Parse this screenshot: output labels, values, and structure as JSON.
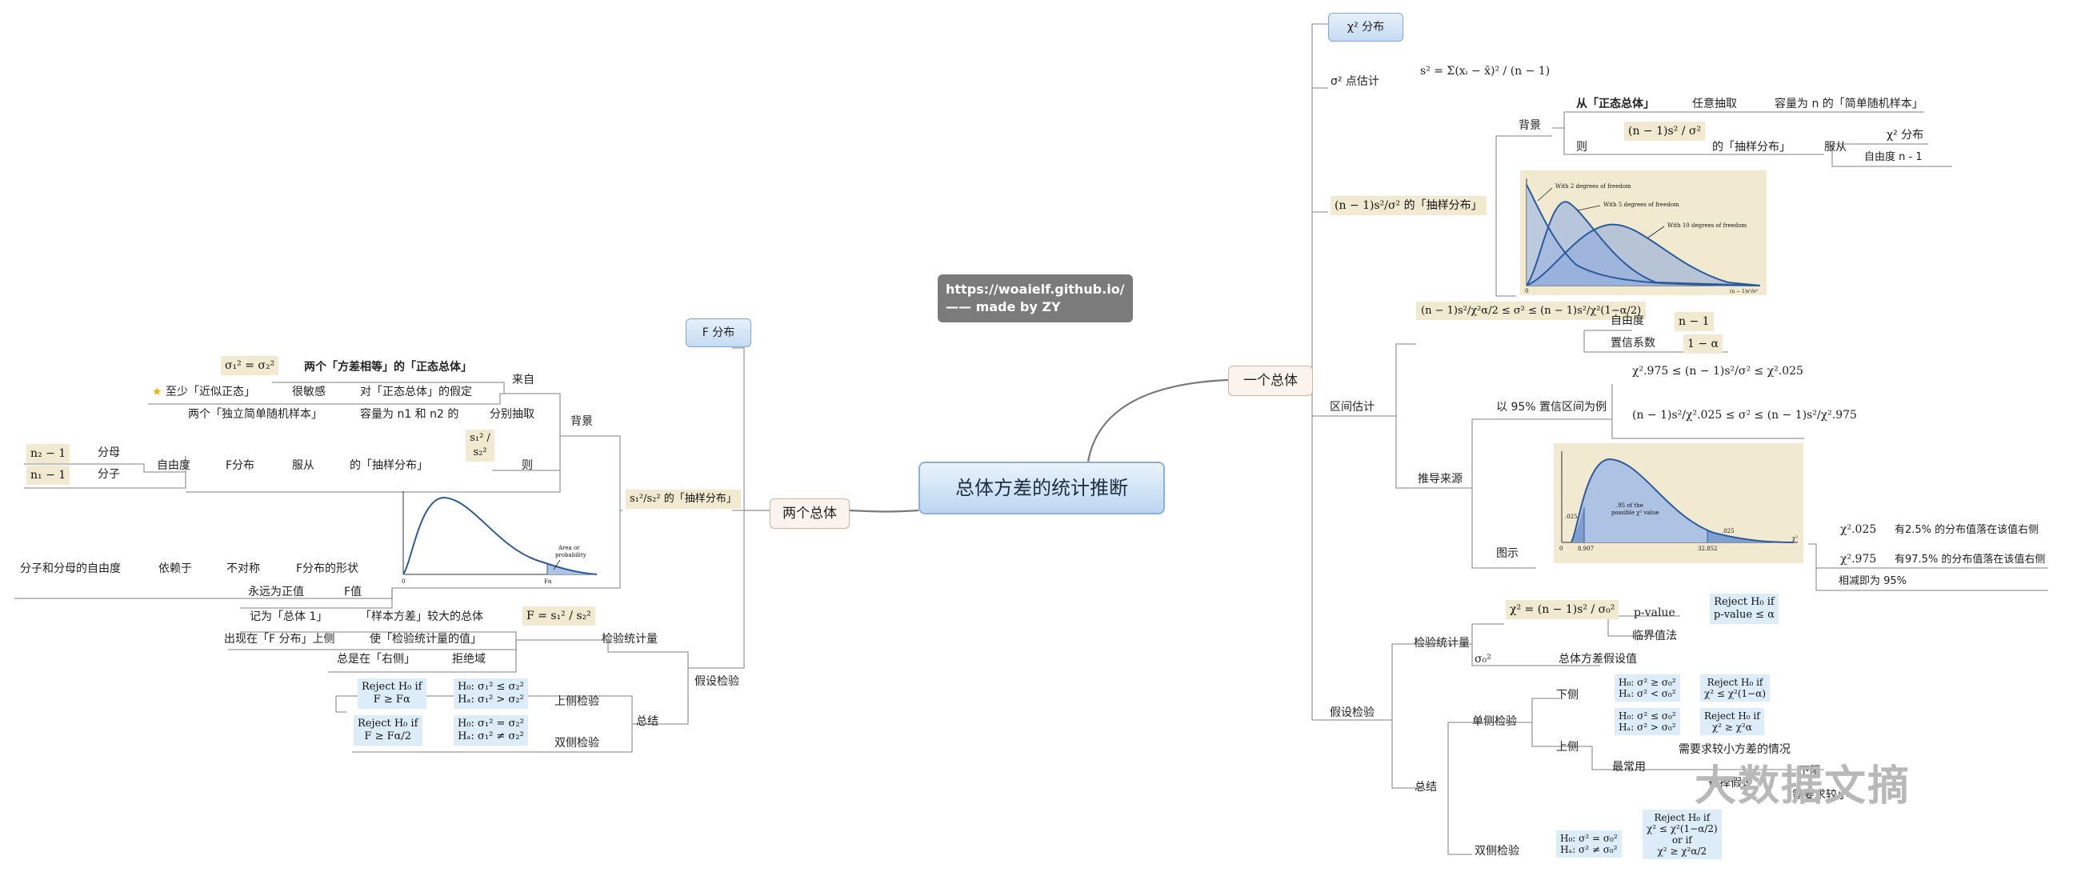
{
  "center": {
    "title": "总体方差的统计推断"
  },
  "note": {
    "line1": "https://woaielf.github.io/",
    "line2": "—— made by ZY"
  },
  "watermark": "大数据文摘",
  "right": {
    "branch": "一个总体",
    "chi_tag": "χ² 分布",
    "point_est": {
      "label": "σ² 点估计",
      "formula": "s² = Σ(xᵢ − x̄)² / (n − 1)"
    },
    "sampling": {
      "label": "(n − 1)s²/σ² 的「抽样分布」",
      "bg": "背景",
      "row1": [
        "从「正态总体」",
        "任意抽取",
        "容量为 n 的「简单随机样本」"
      ],
      "row2_then": "则",
      "row2_formula": "(n − 1)s² / σ²",
      "row2_dist": "的「抽样分布」",
      "row2_follow": "服从",
      "chi_dist": "χ² 分布",
      "dof": "自由度 n - 1",
      "chart_labels": [
        "With 2 degrees of freedom",
        "With 5 degrees of freedom",
        "With 10 degrees of freedom"
      ],
      "chart_x0": "0",
      "chart_xlabel": "(n − 1)s²/σ²"
    },
    "interval": {
      "label": "区间估计",
      "formula": "(n − 1)s²/χ²α/2 ≤ σ² ≤ (n − 1)s²/χ²(1−α/2)",
      "dof_label": "自由度",
      "dof_val": "n − 1",
      "conf_label": "置信系数",
      "conf_val": "1 − α",
      "derive": "推导来源",
      "example": "以 95% 置信区间为例",
      "ineq1": "χ².975 ≤ (n − 1)s²/σ² ≤ χ².025",
      "ineq2": "(n − 1)s²/χ².025 ≤ σ² ≤ (n − 1)s²/χ².975",
      "figure": "图示",
      "chart_labels": [
        ".025",
        ".95 of the",
        "possible χ² value",
        ".025",
        "0",
        "8.907",
        "32.852",
        "χ²"
      ],
      "chi025": "χ².025",
      "chi975": "χ².975",
      "right1": "有2.5% 的分布值落在该值右侧",
      "right2": "有97.5% 的分布值落在该值右侧",
      "diff": "相减即为 95%"
    },
    "test": {
      "label": "假设检验",
      "stat_label": "检验统计量",
      "stat_formula": "χ² = (n − 1)s² / σ₀²",
      "pvalue": "p-value",
      "pvalue_rule": [
        "Reject H₀ if",
        "p-value ≤ α"
      ],
      "critical": "临界值法",
      "sigma0": "σ₀²",
      "sigma0_desc": "总体方差假设值",
      "summary": "总结",
      "one_side": "单侧检验",
      "lower": "下侧",
      "lower_h": [
        "H₀: σ² ≥ σ₀²",
        "Hₐ: σ² < σ₀²"
      ],
      "lower_rule": [
        "Reject H₀ if",
        "χ² ≤ χ²(1−α)"
      ],
      "upper": "上侧",
      "upper_h": [
        "H₀: σ² ≤ σ₀²",
        "Hₐ: σ² > σ₀²"
      ],
      "upper_rule": [
        "Reject H₀ if",
        "χ² ≥ χ²α"
      ],
      "common": "最常用",
      "common_desc": "需要求较小方差的情况",
      "common_mid": "备择假设",
      "common_right1": "下限",
      "common_right2": "需要求较小",
      "two_side": "双侧检验",
      "two_h": [
        "H₀: σ² = σ₀²",
        "Hₐ: σ² ≠ σ₀²"
      ],
      "two_rule": [
        "Reject H₀ if",
        "χ² ≤ χ²(1−α/2)",
        "or if",
        "χ² ≥ χ²α/2"
      ]
    }
  },
  "left": {
    "branch": "两个总体",
    "f_tag": "F 分布",
    "sampling": {
      "label": "s₁²/s₂² 的「抽样分布」",
      "bg": "背景",
      "eq_formula": "σ₁² = σ₂²",
      "eq_desc": "两个「方差相等」的「正态总体」",
      "from": "来自",
      "row_star": [
        "至少「近似正态」",
        "很敏感",
        "对「正态总体」的假定"
      ],
      "row_indep": [
        "两个「独立简单随机样本」",
        "容量为 n1 和 n2 的",
        "分别抽取"
      ],
      "dof": "自由度",
      "fdist": "F分布",
      "follow": "服从",
      "dist": "的「抽样分布」",
      "ratio": "s₁² / s₂²",
      "then": "则",
      "denom_formula": "n₂ − 1",
      "denom": "分母",
      "numer_formula": "n₁ − 1",
      "numer": "分子",
      "shape_row": [
        "分子和分母的自由度",
        "依赖于",
        "不对称",
        "F分布的形状"
      ],
      "pos_row": [
        "永远为正值",
        "F值"
      ],
      "chart_labels": [
        "Area or",
        "probability",
        "0",
        "Fα"
      ]
    },
    "test": {
      "label": "假设检验",
      "stat_label": "检验统计量",
      "stat_formula": "F = s₁² / s₂²",
      "rows": [
        [
          "记为「总体 1」",
          "「样本方差」较大的总体"
        ],
        [
          "出现在「F 分布」上侧",
          "使「检验统计量的值」"
        ],
        [
          "总是在「右侧」",
          "拒绝域"
        ]
      ],
      "summary": "总结",
      "upper": "上侧检验",
      "upper_rule": [
        "Reject H₀ if",
        "F ≥ Fα"
      ],
      "upper_h": [
        "H₀: σ₁² ≤ σ₂²",
        "Hₐ: σ₁² > σ₂²"
      ],
      "two": "双侧检验",
      "two_rule": [
        "Reject H₀ if",
        "F ≥ Fα/2"
      ],
      "two_h": [
        "H₀: σ₁² = σ₂²",
        "Hₐ: σ₁² ≠ σ₂²"
      ]
    }
  }
}
